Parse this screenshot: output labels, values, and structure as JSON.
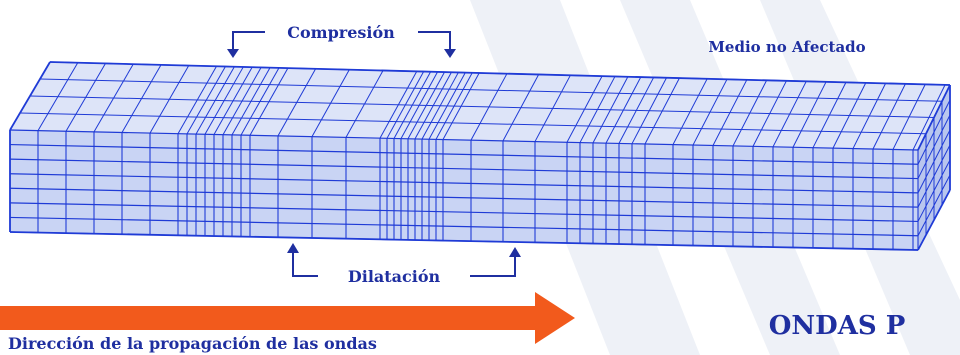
{
  "labels": {
    "compression": "Compresión",
    "unaffected": "Medio no Afectado",
    "dilatation": "Dilatación",
    "direction": "Dirección de la propagación de las ondas",
    "title": "ONDAS P"
  },
  "colors": {
    "grid": "#1f3bd6",
    "block_front": "#c9d4f4",
    "block_top": "#dde4f8",
    "block_side": "#b9c6ee",
    "arrow": "#f25a1c",
    "text": "#1f2fa0",
    "stripe": "#eef1f7"
  }
}
